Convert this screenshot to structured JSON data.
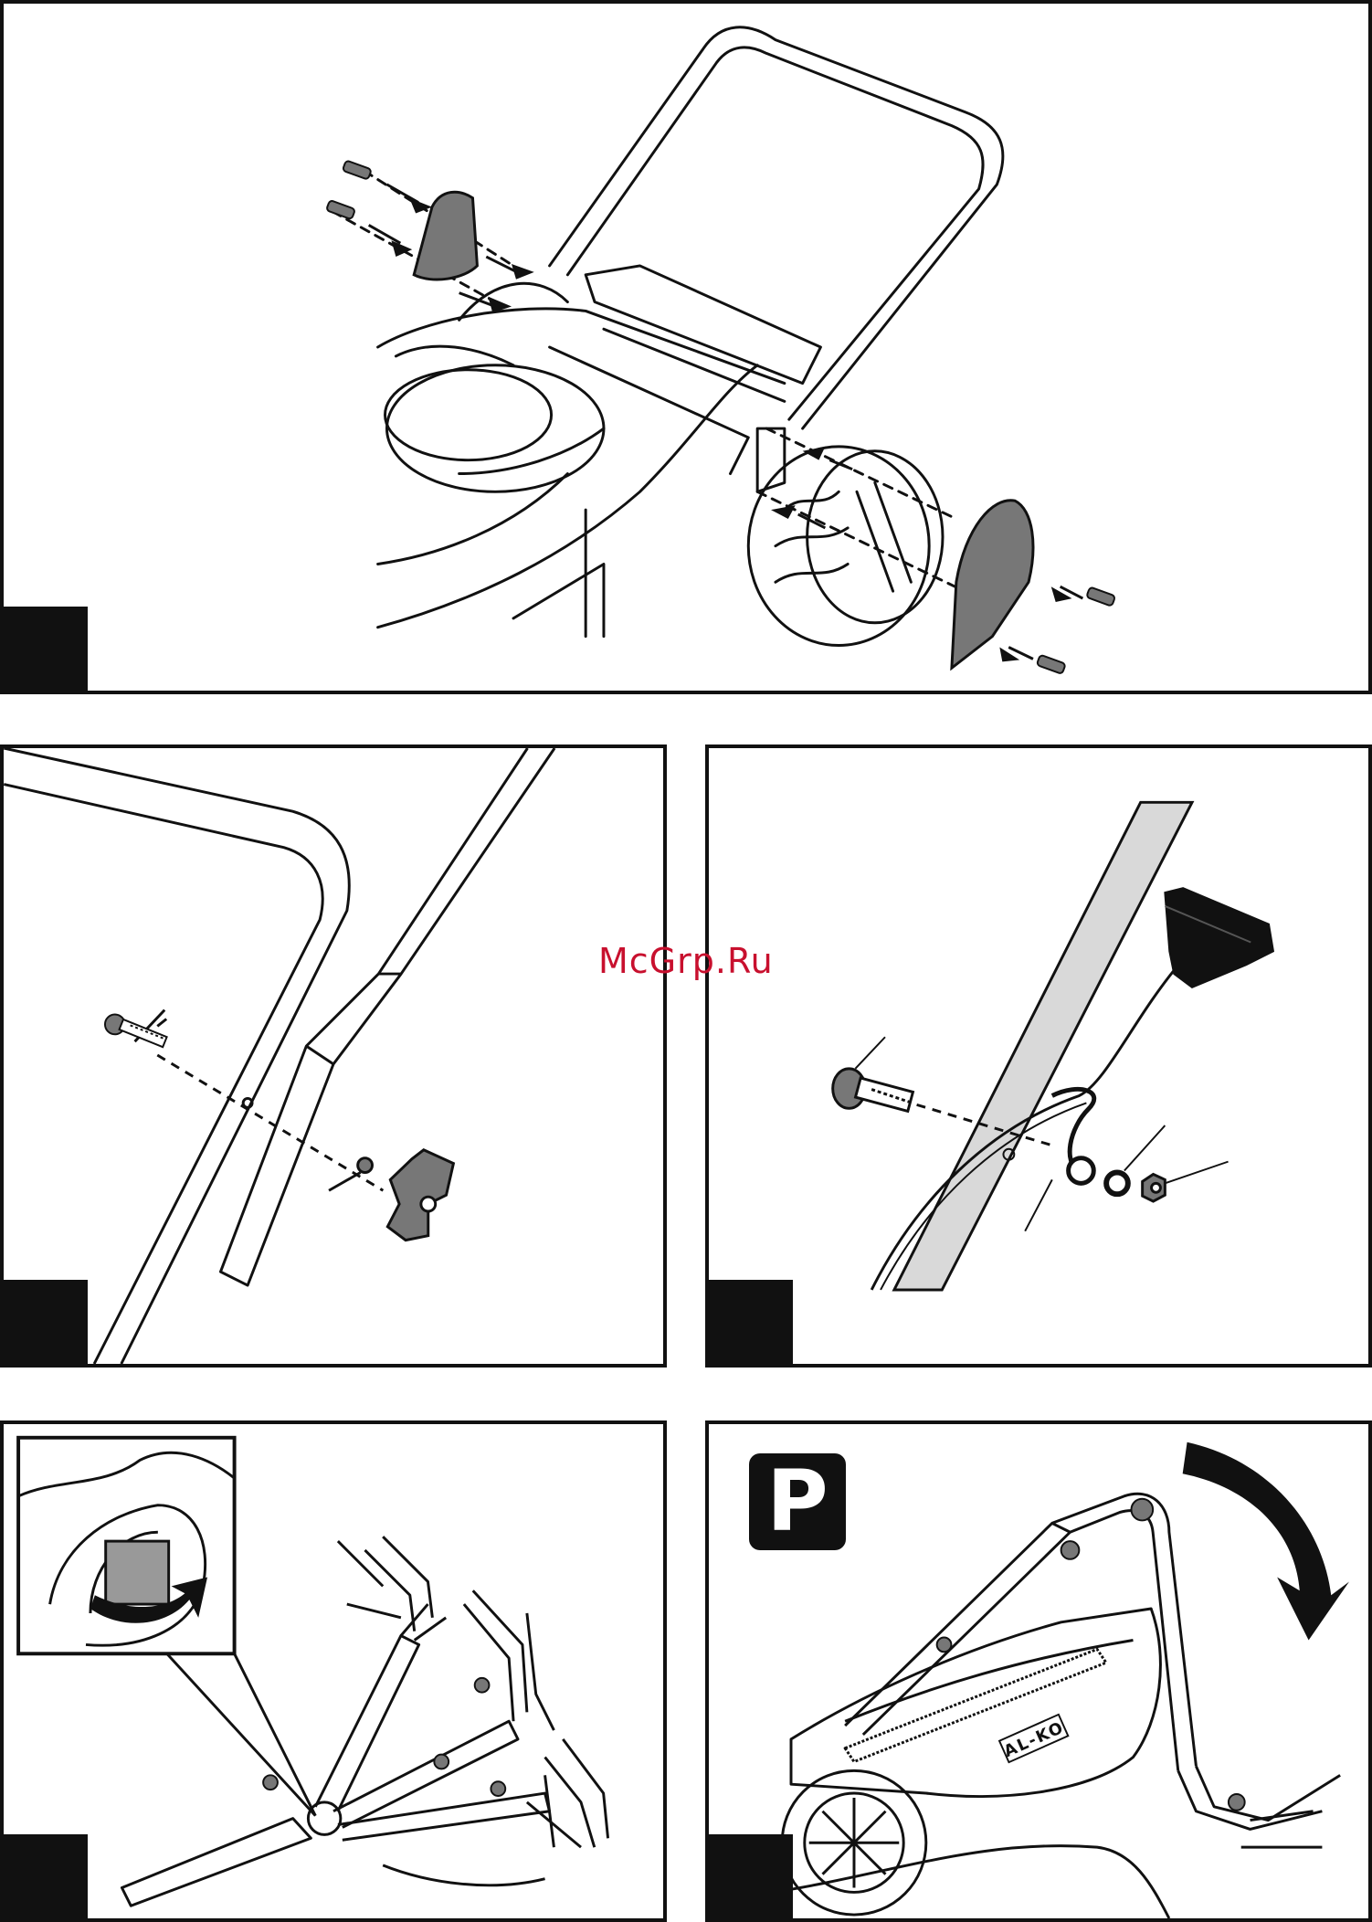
{
  "watermark": "McGrp.Ru",
  "panels": {
    "handle_mount": {},
    "handle_knob": {},
    "cable_clip": {},
    "fold_positions": {},
    "parking": {
      "badge": "P",
      "brand_label": "AL-KO"
    }
  },
  "colors": {
    "line": "#111111",
    "part_fill": "#777777",
    "strip_fill": "#d9d9d9",
    "watermark": "#c8102e"
  },
  "icons": [
    "arrow-icon",
    "bolt-icon",
    "knob-icon",
    "curved-arrow-icon",
    "parking-icon"
  ]
}
